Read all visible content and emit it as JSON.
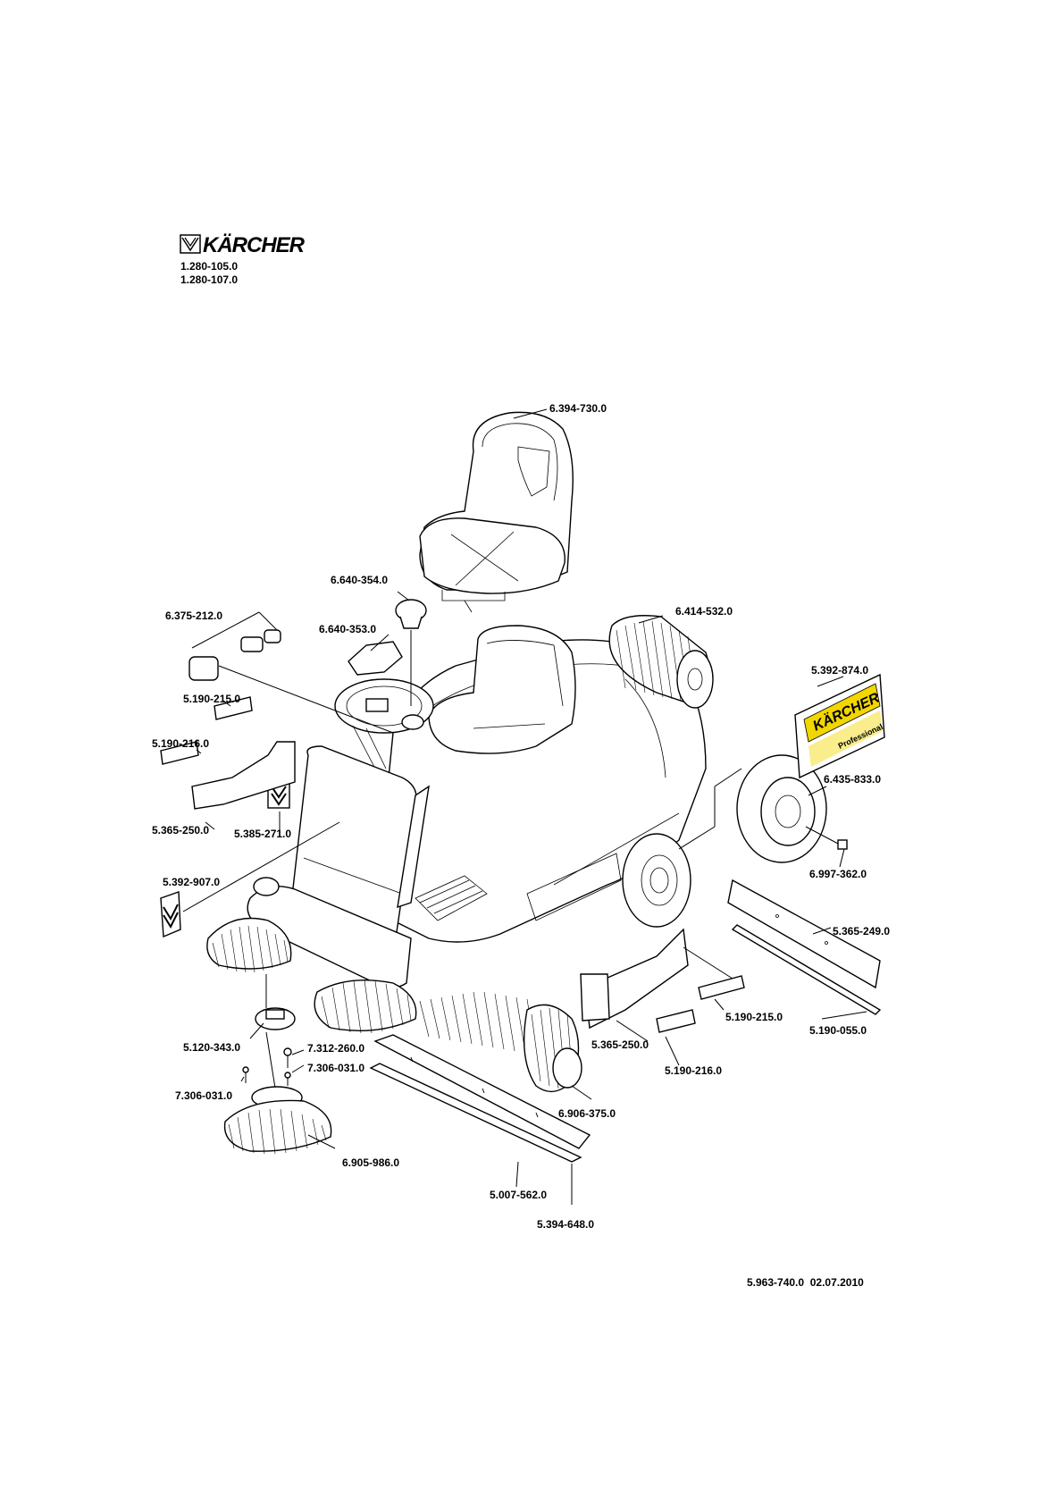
{
  "header": {
    "brand": "KÄRCHER",
    "models": [
      "1.280-105.0",
      "1.280-107.0"
    ]
  },
  "sticker": {
    "brand": "KÄRCHER",
    "subtitle": "Professional",
    "accent_color": "#f2d600"
  },
  "footer": {
    "doc_number": "5.963-740.0",
    "date": "02.07.2010"
  },
  "parts": [
    "6.394-730.0",
    "6.640-354.0",
    "6.375-212.0",
    "6.640-353.0",
    "6.414-532.0",
    "5.392-874.0",
    "5.190-215.0",
    "5.190-216.0",
    "6.435-833.0",
    "5.365-250.0",
    "5.385-271.0",
    "6.997-362.0",
    "5.392-907.0",
    "5.365-249.0",
    "5.190-215.0",
    "5.190-055.0",
    "5.120-343.0",
    "7.312-260.0",
    "5.365-250.0",
    "7.306-031.0",
    "5.190-216.0",
    "7.306-031.0",
    "6.906-375.0",
    "6.905-986.0",
    "5.007-562.0",
    "5.394-648.0"
  ]
}
